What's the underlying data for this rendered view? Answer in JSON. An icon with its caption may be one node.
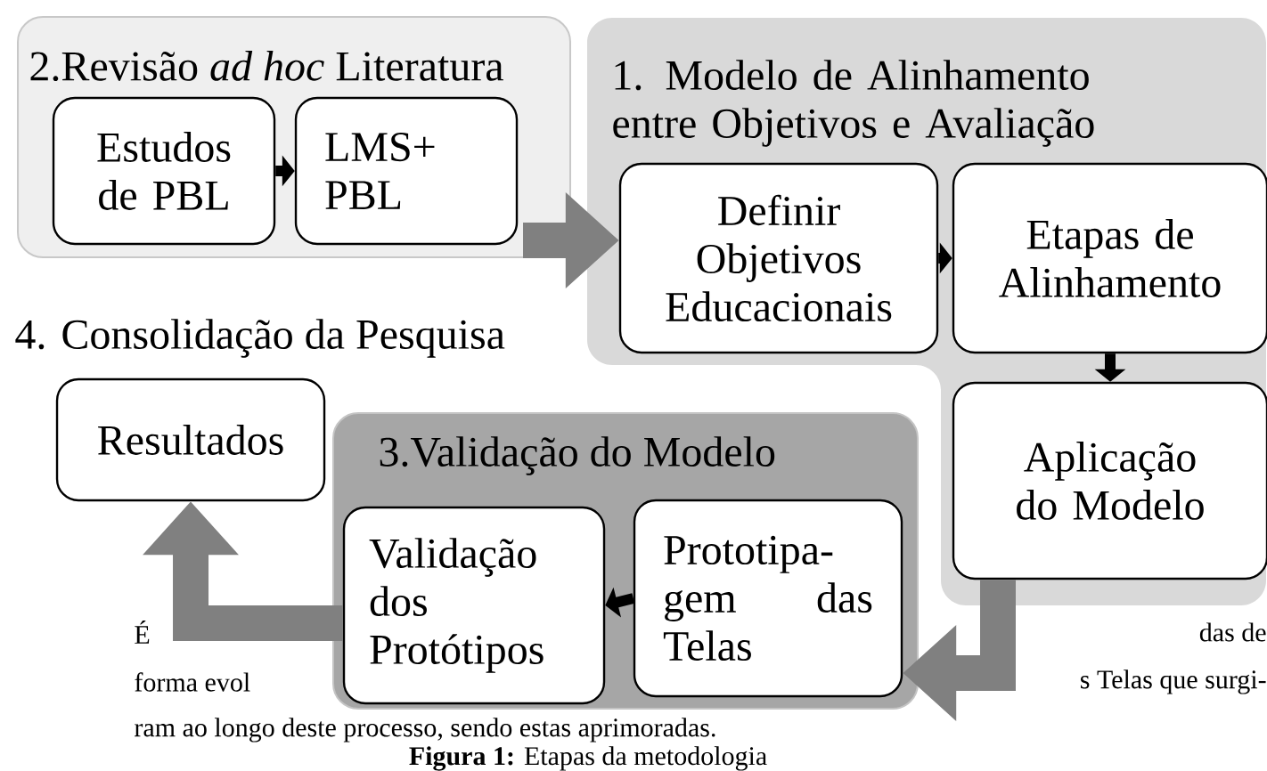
{
  "diagram": {
    "caption": "**Figura 1:** Etapas da metodologia",
    "nodes": [
      {
        "text": [
          "2.Revisão *ad hoc* Literatura"
        ]
      },
      {
        "text": [
          "Estudos de PBL"
        ],
        "in": 0
      },
      {
        "text": [
          "LMS+ PBL"
        ],
        "in": 0
      },
      {
        "text": [
          "1. Modelo de Alinhamento entre Objetivos e Avaliação"
        ]
      },
      {
        "text": [
          "Definir Objetivos Educacionais"
        ],
        "in": 3
      },
      {
        "text": [
          "Etapas de Alinhamento"
        ],
        "in": 3
      },
      {
        "text": [
          "Aplicação do Modelo"
        ],
        "in": 3
      },
      {
        "text": [
          "Resultados"
        ]
      },
      {
        "text": [
          "3.Validação do Modelo"
        ]
      },
      {
        "text": [
          "Validação dos Protótipos"
        ],
        "in": 8
      },
      {
        "text": [
          "Prototipa- gem das Telas"
        ],
        "in": 8
      }
    ],
    "edges": [
      {
        "from": 1,
        "to": 2,
        "arrow": "to",
        "color": "#000000"
      },
      {
        "from": 0,
        "to": 4,
        "arrow": "to",
        "style": "thick",
        "color": "#808080"
      },
      {
        "from": 4,
        "to": 5,
        "arrow": "to",
        "color": "#000000"
      },
      {
        "from": 5,
        "to": 6,
        "arrow": "to",
        "color": "#000000"
      },
      {
        "from": 6,
        "to": 10,
        "arrow": "to",
        "style": "thick",
        "color": "#808080"
      },
      {
        "from": 10,
        "to": 9,
        "arrow": "to",
        "color": "#000000"
      },
      {
        "from": 9,
        "to": 7,
        "arrow": "to",
        "style": "thick",
        "color": "#808080"
      }
    ],
    "labels": [
      "4. Consolidação da Pesquisa",
      "É",
      "das de",
      "forma evol",
      "s Telas que surgi-",
      "ram ao longo deste processo, sendo estas aprimoradas."
    ]
  }
}
